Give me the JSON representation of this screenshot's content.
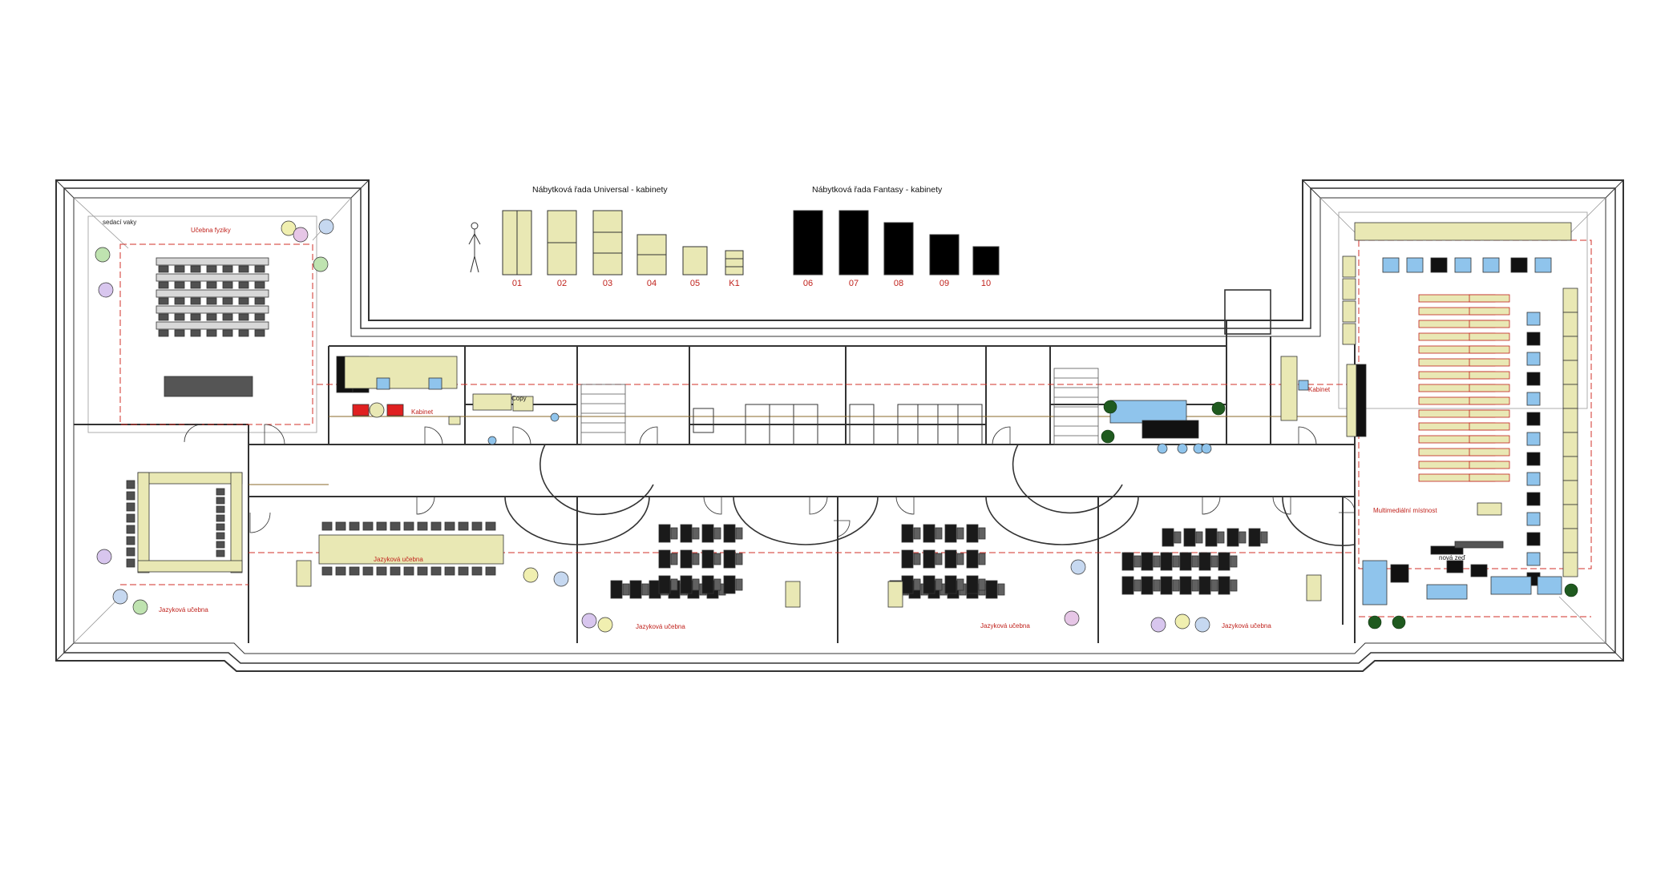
{
  "legend": {
    "universal_title": "Nábytková řada Universal - kabinety",
    "fantasy_title": "Nábytková řada Fantasy - kabinety",
    "universal_codes": [
      "01",
      "02",
      "03",
      "04",
      "05",
      "K1"
    ],
    "fantasy_codes": [
      "06",
      "07",
      "08",
      "09",
      "10"
    ]
  },
  "rooms": {
    "sedaci_vaky": "sedací vaky",
    "ucebna_fyziky": "Učebna fyziky",
    "kabinet_left": "Kabinet",
    "kabinet_right": "Kabinet",
    "copy": "Copy",
    "jazykova_ucebna_1": "Jazyková učebna",
    "jazykova_ucebna_2": "Jazyková učebna",
    "jazykova_ucebna_3": "Jazyková učebna",
    "jazykova_ucebna_4": "Jazyková učebna",
    "jazykova_ucebna_5": "Jazyková učebna",
    "multimedialni_mistnost": "Multimediální místnost",
    "nova_zed": "nová zeď"
  },
  "colors": {
    "wall": "#333333",
    "furniture_universal": "#e9e8b4",
    "furniture_fantasy": "#000000",
    "label_red": "#c0221c",
    "axis_red": "#d0302a",
    "chair_blue": "#8fc4ec",
    "chair_red": "#e02020",
    "plant_green": "#1f5a1f"
  }
}
